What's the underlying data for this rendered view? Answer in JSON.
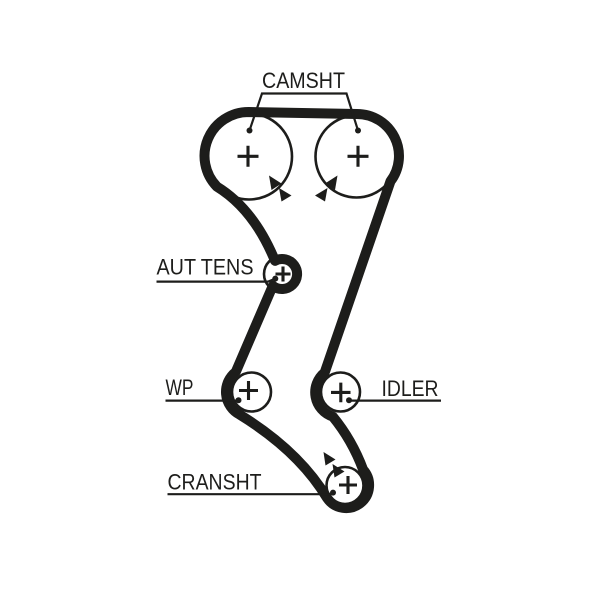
{
  "diagram": {
    "type": "timing-belt-routing-diagram",
    "background_color": "#ffffff",
    "ink_color": "#1d1d1b",
    "labels": {
      "camshaft": "CAMSHT",
      "tensioner": "AUT TENS",
      "water_pump": "WP",
      "idler": "IDLER",
      "crankshaft": "CRANSHT"
    },
    "components": [
      {
        "id": "camshaft-pulley-left",
        "label": "CAMSHT",
        "center_mark": "plus",
        "rotation_arrows": 2
      },
      {
        "id": "camshaft-pulley-right",
        "label": "CAMSHT",
        "center_mark": "plus",
        "rotation_arrows": 2
      },
      {
        "id": "automatic-tensioner",
        "label": "AUT TENS",
        "center_mark": "plus",
        "rotation_arrows": 0
      },
      {
        "id": "water-pump",
        "label": "WP",
        "center_mark": "plus",
        "rotation_arrows": 0
      },
      {
        "id": "idler-pulley",
        "label": "IDLER",
        "center_mark": "plus",
        "rotation_arrows": 0
      },
      {
        "id": "crankshaft-pulley",
        "label": "CRANSHT",
        "center_mark": "plus",
        "rotation_arrows": 2
      }
    ]
  }
}
